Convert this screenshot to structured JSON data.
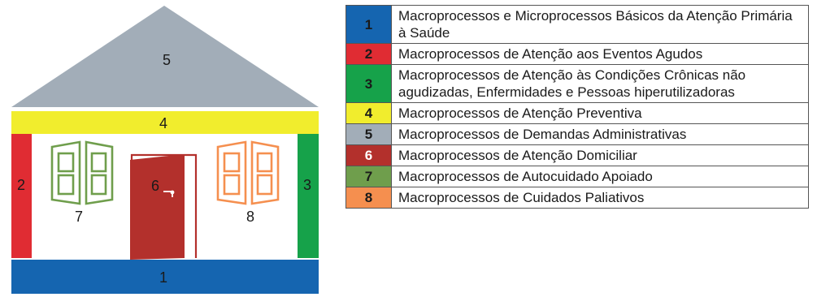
{
  "house": {
    "roof_label": "5",
    "beam_label": "4",
    "left_wall_label": "2",
    "right_wall_label": "3",
    "door_label": "6",
    "left_window_label": "7",
    "right_window_label": "8",
    "floor_label": "1"
  },
  "legend": {
    "items": [
      {
        "number": "1",
        "text": "Macroprocessos e Microprocessos Básicos da Atenção Primária à Saúde",
        "color": "#1565b0",
        "number_color": "#1a1a1a"
      },
      {
        "number": "2",
        "text": "Macroprocessos de Atenção aos Eventos Agudos",
        "color": "#e02c33",
        "number_color": "#1a1a1a"
      },
      {
        "number": "3",
        "text": "Macroprocessos de Atenção às Condições Crônicas não agudizadas, Enfermidades e Pessoas hiperutilizadoras",
        "color": "#16a24a",
        "number_color": "#1a1a1a"
      },
      {
        "number": "4",
        "text": "Macroprocessos de Atenção Preventiva",
        "color": "#f1ed2d",
        "number_color": "#1a1a1a"
      },
      {
        "number": "5",
        "text": "Macroprocessos de Demandas Administrativas",
        "color": "#a2adb8",
        "number_color": "#1a1a1a"
      },
      {
        "number": "6",
        "text": "Macroprocessos de Atenção Domiciliar",
        "color": "#b3302c",
        "number_color": "#ffffff"
      },
      {
        "number": "7",
        "text": "Macroprocessos de Autocuidado Apoiado",
        "color": "#6f9e4c",
        "number_color": "#1a1a1a"
      },
      {
        "number": "8",
        "text": "Macroprocessos de Cuidados Paliativos",
        "color": "#f58f4f",
        "number_color": "#1a1a1a"
      }
    ]
  },
  "colors": {
    "floor": "#1565b0",
    "left_wall": "#e02c33",
    "right_wall": "#16a24a",
    "beam": "#f1ed2d",
    "roof": "#a2adb8",
    "door": "#b3302c",
    "window_green": "#6f9e4c",
    "window_orange": "#f58f4f"
  }
}
